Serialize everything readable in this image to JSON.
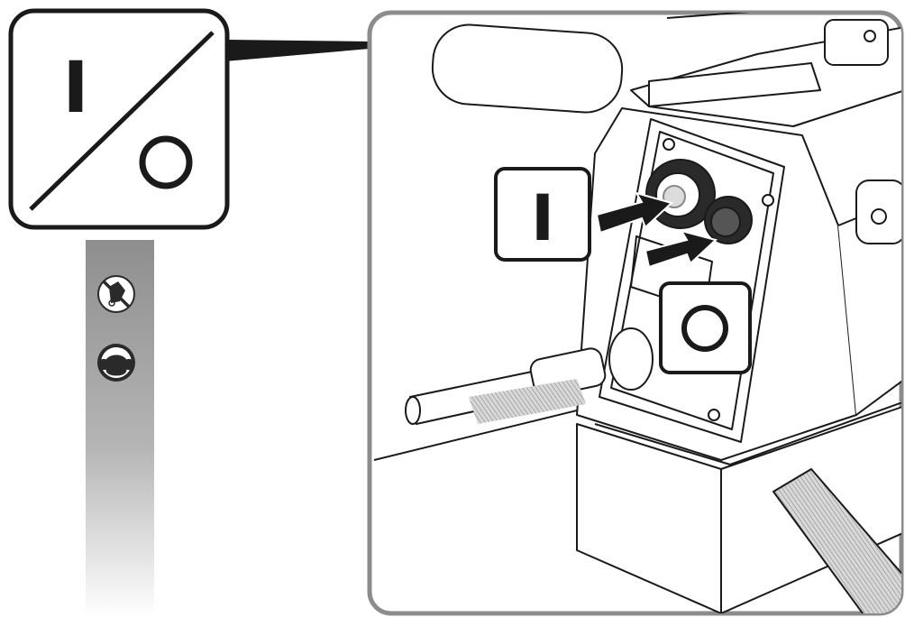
{
  "legend_box": {
    "on_symbol": "I",
    "off_symbol": "O"
  },
  "main_illustration": {
    "on_label": "I",
    "off_label": "O"
  },
  "safety_strip": {
    "icons": [
      "no-esd-touch-icon",
      "ear-protection-icon"
    ]
  },
  "colors": {
    "line": "#1a1a1a",
    "frame_gray": "#8c8c8c",
    "strip_gray": "#8e8e8e"
  }
}
